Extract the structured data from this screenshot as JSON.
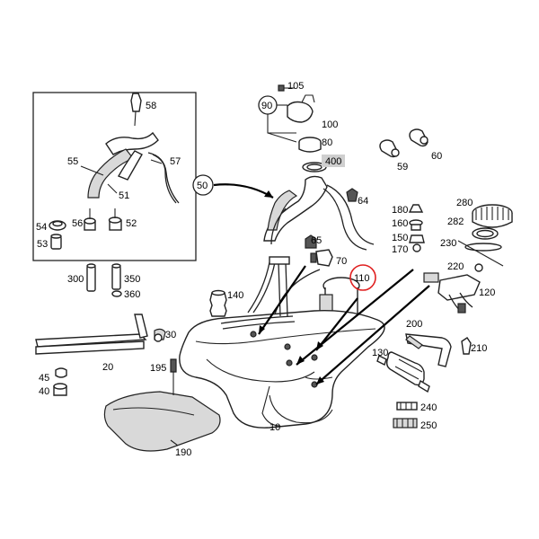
{
  "colors": {
    "highlight_circle": "#e02020",
    "highlight_box": "#cfcfcf",
    "line": "#222222",
    "background": "#ffffff"
  },
  "labels": {
    "p58": "58",
    "p55": "55",
    "p57": "57",
    "p51": "51",
    "p54": "54",
    "p56": "56",
    "p52": "52",
    "p53": "53",
    "p300": "300",
    "p350": "350",
    "p360": "360",
    "p50": "50",
    "p90": "90",
    "p105": "105",
    "p100": "100",
    "p80": "80",
    "p400": "400",
    "p59": "59",
    "p60": "60",
    "p64": "64",
    "p65": "65",
    "p70": "70",
    "p110": "110",
    "p140": "140",
    "p180": "180",
    "p160": "160",
    "p150": "150",
    "p170": "170",
    "p280": "280",
    "p282": "282",
    "p230": "230",
    "p220": "220",
    "p120": "120",
    "p200": "200",
    "p130": "130",
    "p210": "210",
    "p30": "30",
    "p20": "20",
    "p45": "45",
    "p40": "40",
    "p195": "195",
    "p190": "190",
    "p10": "10",
    "p240": "240",
    "p250": "250"
  }
}
